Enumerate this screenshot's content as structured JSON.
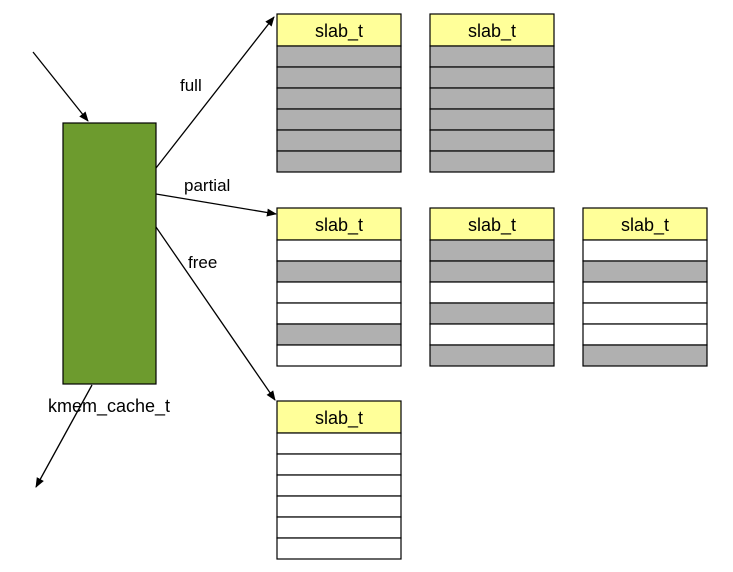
{
  "colors": {
    "cache_fill": "#6d9b2e",
    "header_fill": "#ffff99",
    "used_fill": "#b0b0b0",
    "free_fill": "#ffffff",
    "stroke": "#000000"
  },
  "cache": {
    "label": "kmem_cache_t"
  },
  "lists": {
    "full": {
      "label": "full",
      "slabs": [
        {
          "title": "slab_t",
          "rows": [
            1,
            1,
            1,
            1,
            1,
            1
          ]
        },
        {
          "title": "slab_t",
          "rows": [
            1,
            1,
            1,
            1,
            1,
            1
          ]
        }
      ]
    },
    "partial": {
      "label": "partial",
      "slabs": [
        {
          "title": "slab_t",
          "rows": [
            0,
            1,
            0,
            0,
            1,
            0
          ]
        },
        {
          "title": "slab_t",
          "rows": [
            1,
            1,
            0,
            1,
            0,
            1
          ]
        },
        {
          "title": "slab_t",
          "rows": [
            0,
            1,
            0,
            0,
            0,
            1
          ]
        }
      ]
    },
    "free": {
      "label": "free",
      "slabs": [
        {
          "title": "slab_t",
          "rows": [
            0,
            0,
            0,
            0,
            0,
            0
          ]
        }
      ]
    }
  }
}
